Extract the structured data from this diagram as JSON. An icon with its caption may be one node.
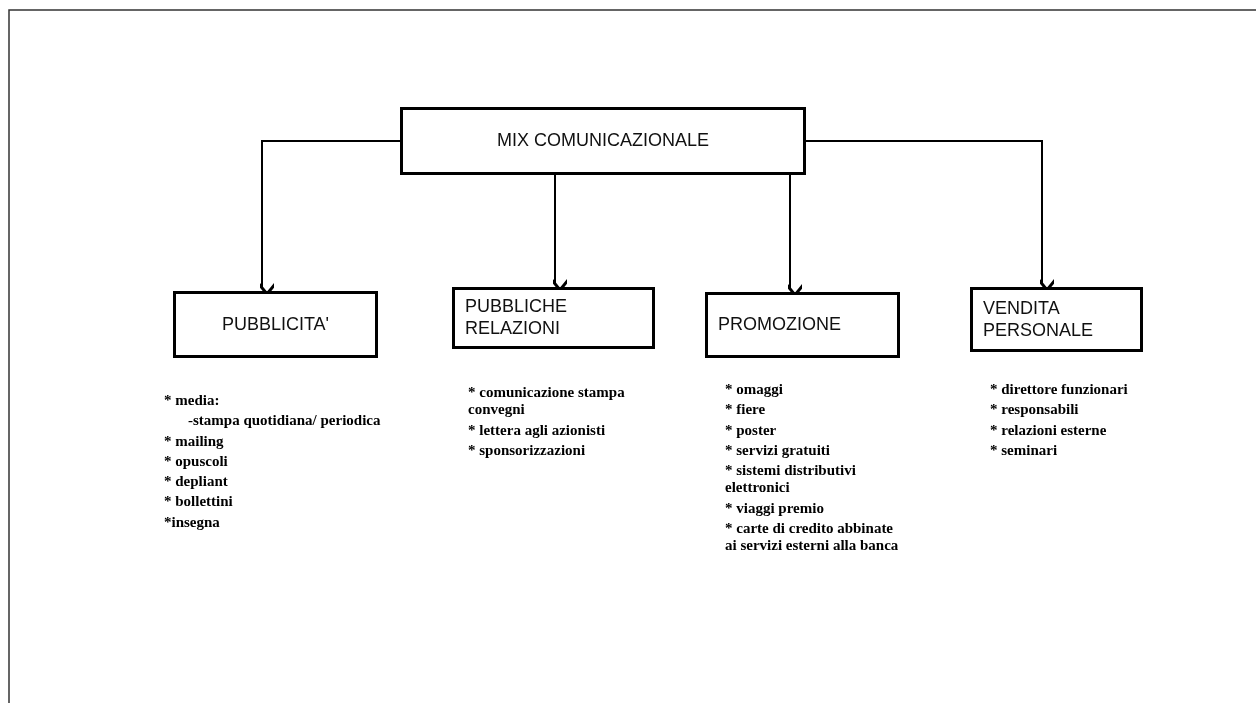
{
  "diagram": {
    "nodes": [
      {
        "text": [
          "MIX COMUNICAZIONALE"
        ]
      },
      {
        "text": [
          "PUBBLICITA'"
        ],
        "beside": [
          "* media:",
          "-stampa quotidiana/ periodica",
          "* mailing",
          "* opuscoli",
          "* depliant",
          "* bollettini",
          "*insegna"
        ]
      },
      {
        "text": [
          "PUBBLICHE RELAZIONI"
        ],
        "beside": [
          "* comunicazione stampa convegni",
          "* lettera agli azionisti",
          "* sponsorizzazioni"
        ]
      },
      {
        "text": [
          "PROMOZIONE"
        ],
        "beside": [
          "* omaggi",
          "* fiere",
          "* poster",
          "* servizi gratuiti",
          "* sistemi distributivi elettronici",
          "* viaggi premio",
          "* carte di credito abbinate ai servizi esterni alla banca"
        ]
      },
      {
        "text": [
          "VENDITA PERSONALE"
        ],
        "beside": [
          "* direttore funzionari",
          "* responsabili",
          "* relazioni esterne",
          "* seminari"
        ]
      }
    ],
    "edges": [
      {
        "from": 0,
        "to": 1,
        "arrow": "to"
      },
      {
        "from": 0,
        "to": 2,
        "arrow": "to"
      },
      {
        "from": 0,
        "to": 3,
        "arrow": "to"
      },
      {
        "from": 0,
        "to": 4,
        "arrow": "to"
      }
    ]
  }
}
